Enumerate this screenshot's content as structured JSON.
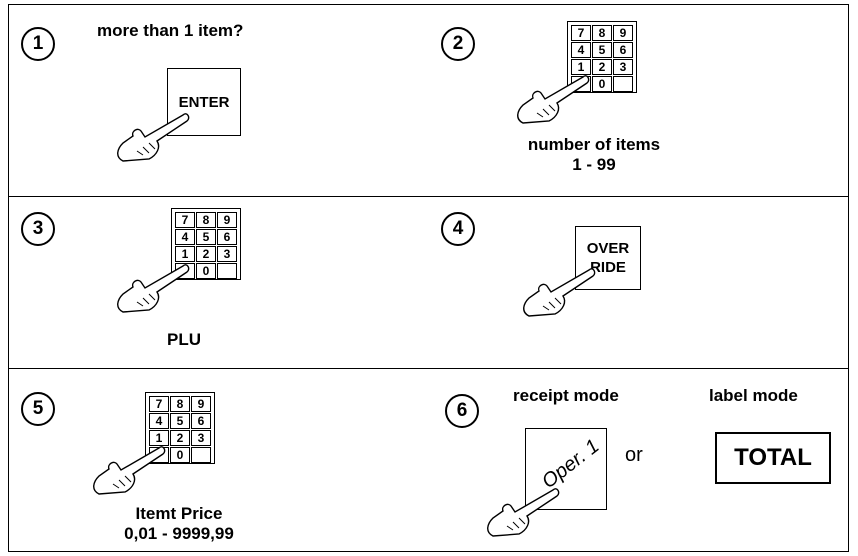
{
  "steps": [
    {
      "number": "1",
      "text": "more than 1 item?",
      "key_label": "ENTER"
    },
    {
      "number": "2",
      "text_line1": "number of items",
      "text_line2": "1 - 99"
    },
    {
      "number": "3",
      "text": "PLU"
    },
    {
      "number": "4",
      "key_line1": "OVER",
      "key_line2": "RIDE"
    },
    {
      "number": "5",
      "text_line1": "Itemt Price",
      "text_line2": "0,01 - 9999,99"
    },
    {
      "number": "6",
      "receipt_label": "receipt mode",
      "label_label": "label mode",
      "oper_key": "Oper. 1",
      "or_text": "or",
      "total_key": "TOTAL"
    }
  ],
  "keypad": {
    "rows": [
      [
        "7",
        "8",
        "9"
      ],
      [
        "4",
        "5",
        "6"
      ],
      [
        "1",
        "2",
        "3"
      ],
      [
        "",
        "0",
        ""
      ]
    ]
  }
}
